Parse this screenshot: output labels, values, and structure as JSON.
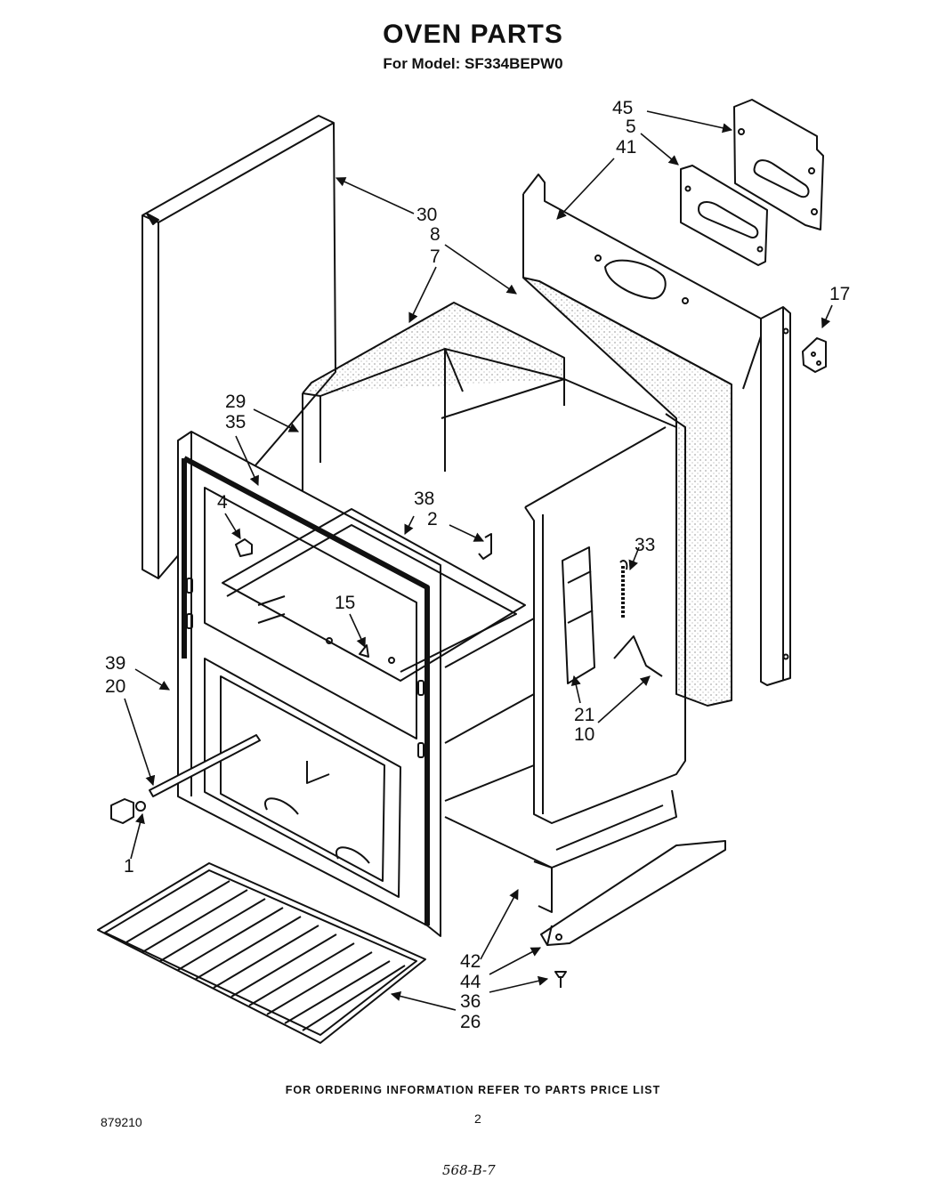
{
  "header": {
    "title": "OVEN PARTS",
    "model_line": "For Model: SF334BEPW0"
  },
  "callouts": [
    {
      "id": "45",
      "text": "45"
    },
    {
      "id": "5",
      "text": "5"
    },
    {
      "id": "41",
      "text": "41"
    },
    {
      "id": "30",
      "text": "30"
    },
    {
      "id": "8",
      "text": "8"
    },
    {
      "id": "7",
      "text": "7"
    },
    {
      "id": "17",
      "text": "17"
    },
    {
      "id": "29",
      "text": "29"
    },
    {
      "id": "35",
      "text": "35"
    },
    {
      "id": "4",
      "text": "4"
    },
    {
      "id": "38",
      "text": "38"
    },
    {
      "id": "2",
      "text": "2"
    },
    {
      "id": "33",
      "text": "33"
    },
    {
      "id": "15",
      "text": "15"
    },
    {
      "id": "39",
      "text": "39"
    },
    {
      "id": "20",
      "text": "20"
    },
    {
      "id": "21",
      "text": "21"
    },
    {
      "id": "10",
      "text": "10"
    },
    {
      "id": "1",
      "text": "1"
    },
    {
      "id": "42",
      "text": "42"
    },
    {
      "id": "44",
      "text": "44"
    },
    {
      "id": "36",
      "text": "36"
    },
    {
      "id": "26",
      "text": "26"
    }
  ],
  "footer": {
    "note": "FOR ORDERING INFORMATION REFER TO PARTS PRICE LIST",
    "doc_number": "879210",
    "page": "2",
    "handwritten": "568-B-7"
  }
}
